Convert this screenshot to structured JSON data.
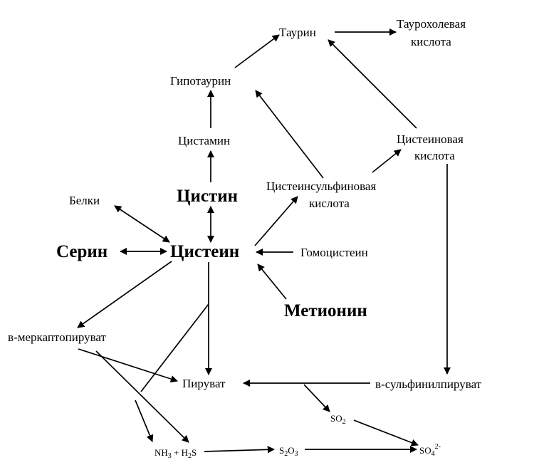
{
  "nodes": {
    "taurine": "Таурин",
    "taurocholic_1": "Таурохолевая",
    "taurocholic_2": "кислота",
    "hypotaurine": "Гипотаурин",
    "cysteic_1": "Цистеиновая",
    "cysteic_2": "кислота",
    "cystamine": "Цистамин",
    "cystine": "Цистин",
    "cysteinesulfinic_1": "Цистеинсульфиновая",
    "cysteinesulfinic_2": "кислота",
    "proteins": "Белки",
    "serine": "Серин",
    "cysteine": "Цистеин",
    "homocysteine": "Гомоцистеин",
    "methionine": "Метионин",
    "mercaptopyruvate": "в-меркаптопируват",
    "pyruvate": "Пируват",
    "sulfinylpyruvate": "в-сульфинилпируват",
    "so2": {
      "base": "SO",
      "sub": "2"
    },
    "nh3_h2s": {
      "a": "NH",
      "a_sub": "3",
      "plus": " + ",
      "b": "H",
      "b_sub": "2",
      "b_end": "S"
    },
    "s2o3": {
      "a": "S",
      "a_sub": "2",
      "b": "O",
      "b_sub": "3"
    },
    "so4": {
      "base": "SO",
      "sub": "4",
      "sup": "2-"
    }
  }
}
